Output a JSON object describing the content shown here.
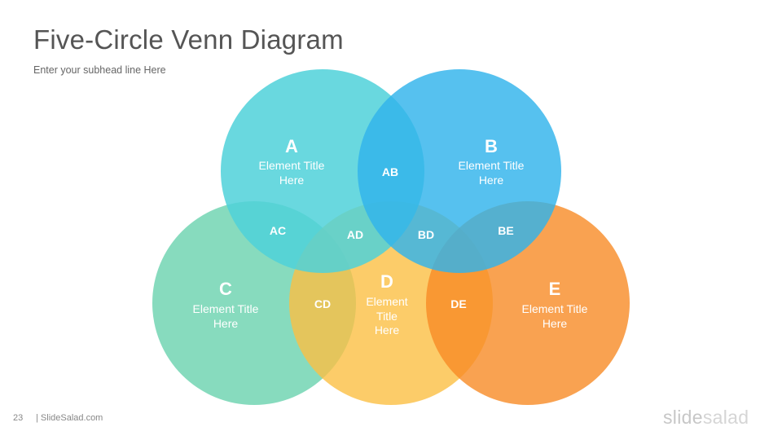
{
  "slide": {
    "title": "Five-Circle Venn Diagram",
    "subhead": "Enter your subhead  line Here",
    "page_number": "23",
    "footer": "| SlideSalad.com",
    "brand": {
      "part1": "slide",
      "part2": "salad"
    }
  },
  "colors": {
    "A": "#4fd1d9",
    "B": "#31b3ec",
    "C": "#5fcfa8",
    "D": "#fbbf43",
    "E": "#f78b26"
  },
  "sets": [
    {
      "id": "A",
      "letter": "A",
      "line1": "Element Title",
      "line2": "Here"
    },
    {
      "id": "B",
      "letter": "B",
      "line1": "Element Title",
      "line2": "Here"
    },
    {
      "id": "C",
      "letter": "C",
      "line1": "Element Title",
      "line2": "Here"
    },
    {
      "id": "D",
      "letter": "D",
      "line1": "Element",
      "line2": "Title",
      "line3": "Here"
    },
    {
      "id": "E",
      "letter": "E",
      "line1": "Element Title",
      "line2": "Here"
    }
  ],
  "intersections": {
    "AB": "AB",
    "AC": "AC",
    "AD": "AD",
    "BD": "BD",
    "BE": "BE",
    "CD": "CD",
    "DE": "DE"
  }
}
